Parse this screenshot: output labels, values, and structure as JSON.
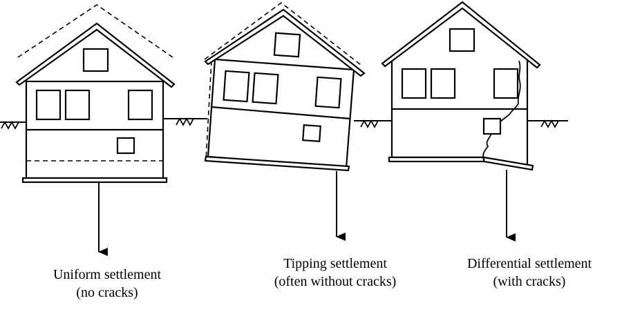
{
  "diagram": {
    "panels": [
      {
        "id": "uniform",
        "caption_line1": "Uniform settlement",
        "caption_line2": "(no cracks)"
      },
      {
        "id": "tipping",
        "caption_line1": "Tipping settlement",
        "caption_line2": "(often without cracks)"
      },
      {
        "id": "differential",
        "caption_line1": "Differential settlement",
        "caption_line2": "(with cracks)"
      }
    ],
    "colors": {
      "ink": "#000000",
      "paper": "#ffffff"
    },
    "icons": [
      "house-icon",
      "down-arrow-icon",
      "grass-tuft-icon",
      "crack-icon"
    ]
  }
}
